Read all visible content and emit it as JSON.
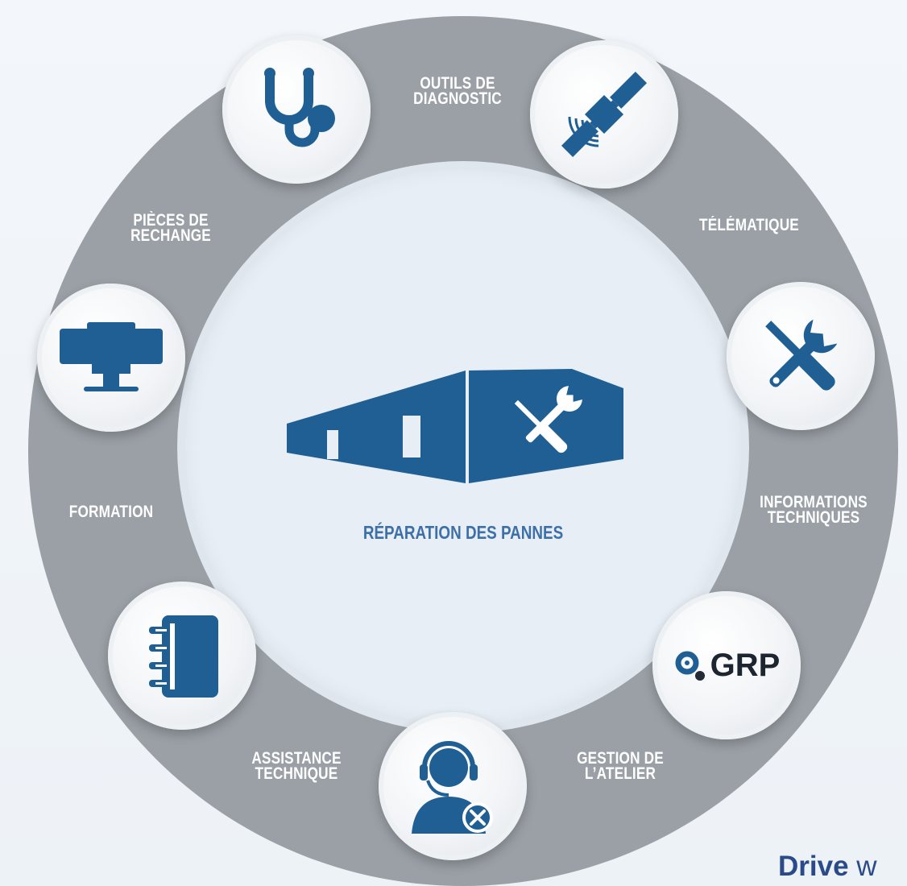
{
  "diagram": {
    "center": {
      "label": "RÉPARATION DES PANNES",
      "icon": "workshop-building-tools-icon"
    },
    "segments": [
      {
        "id": "diag",
        "line1": "OUTILS DE",
        "line2": "DIAGNOSTIC",
        "icon": "stethoscope-icon"
      },
      {
        "id": "tele",
        "line1": "TÉLÉMATIQUE",
        "line2": "",
        "icon": "satellite-icon"
      },
      {
        "id": "info",
        "line1": "INFORMATIONS",
        "line2": "TECHNIQUES",
        "icon": "screwdriver-wrench-icon"
      },
      {
        "id": "gest",
        "line1": "GESTION DE",
        "line2": "L’ATELIER",
        "icon": "grp-logo-icon"
      },
      {
        "id": "asst",
        "line1": "ASSISTANCE",
        "line2": "TECHNIQUE",
        "icon": "support-agent-icon"
      },
      {
        "id": "form",
        "line1": "FORMATION",
        "line2": "",
        "icon": "notebook-icon"
      },
      {
        "id": "pieces",
        "line1": "PIÈCES DE",
        "line2": "RECHANGE",
        "icon": "monitor-icon"
      }
    ],
    "grp_logo_text": "GRP"
  },
  "footer": {
    "brand_bold": "Drive",
    "brand_rest": " w"
  },
  "colors": {
    "ring": "#9aa0a6",
    "inner": "#e7eef6",
    "icon": "#1f5f94",
    "center_text": "#3d6fa8",
    "brand": "#2b4a8a"
  }
}
